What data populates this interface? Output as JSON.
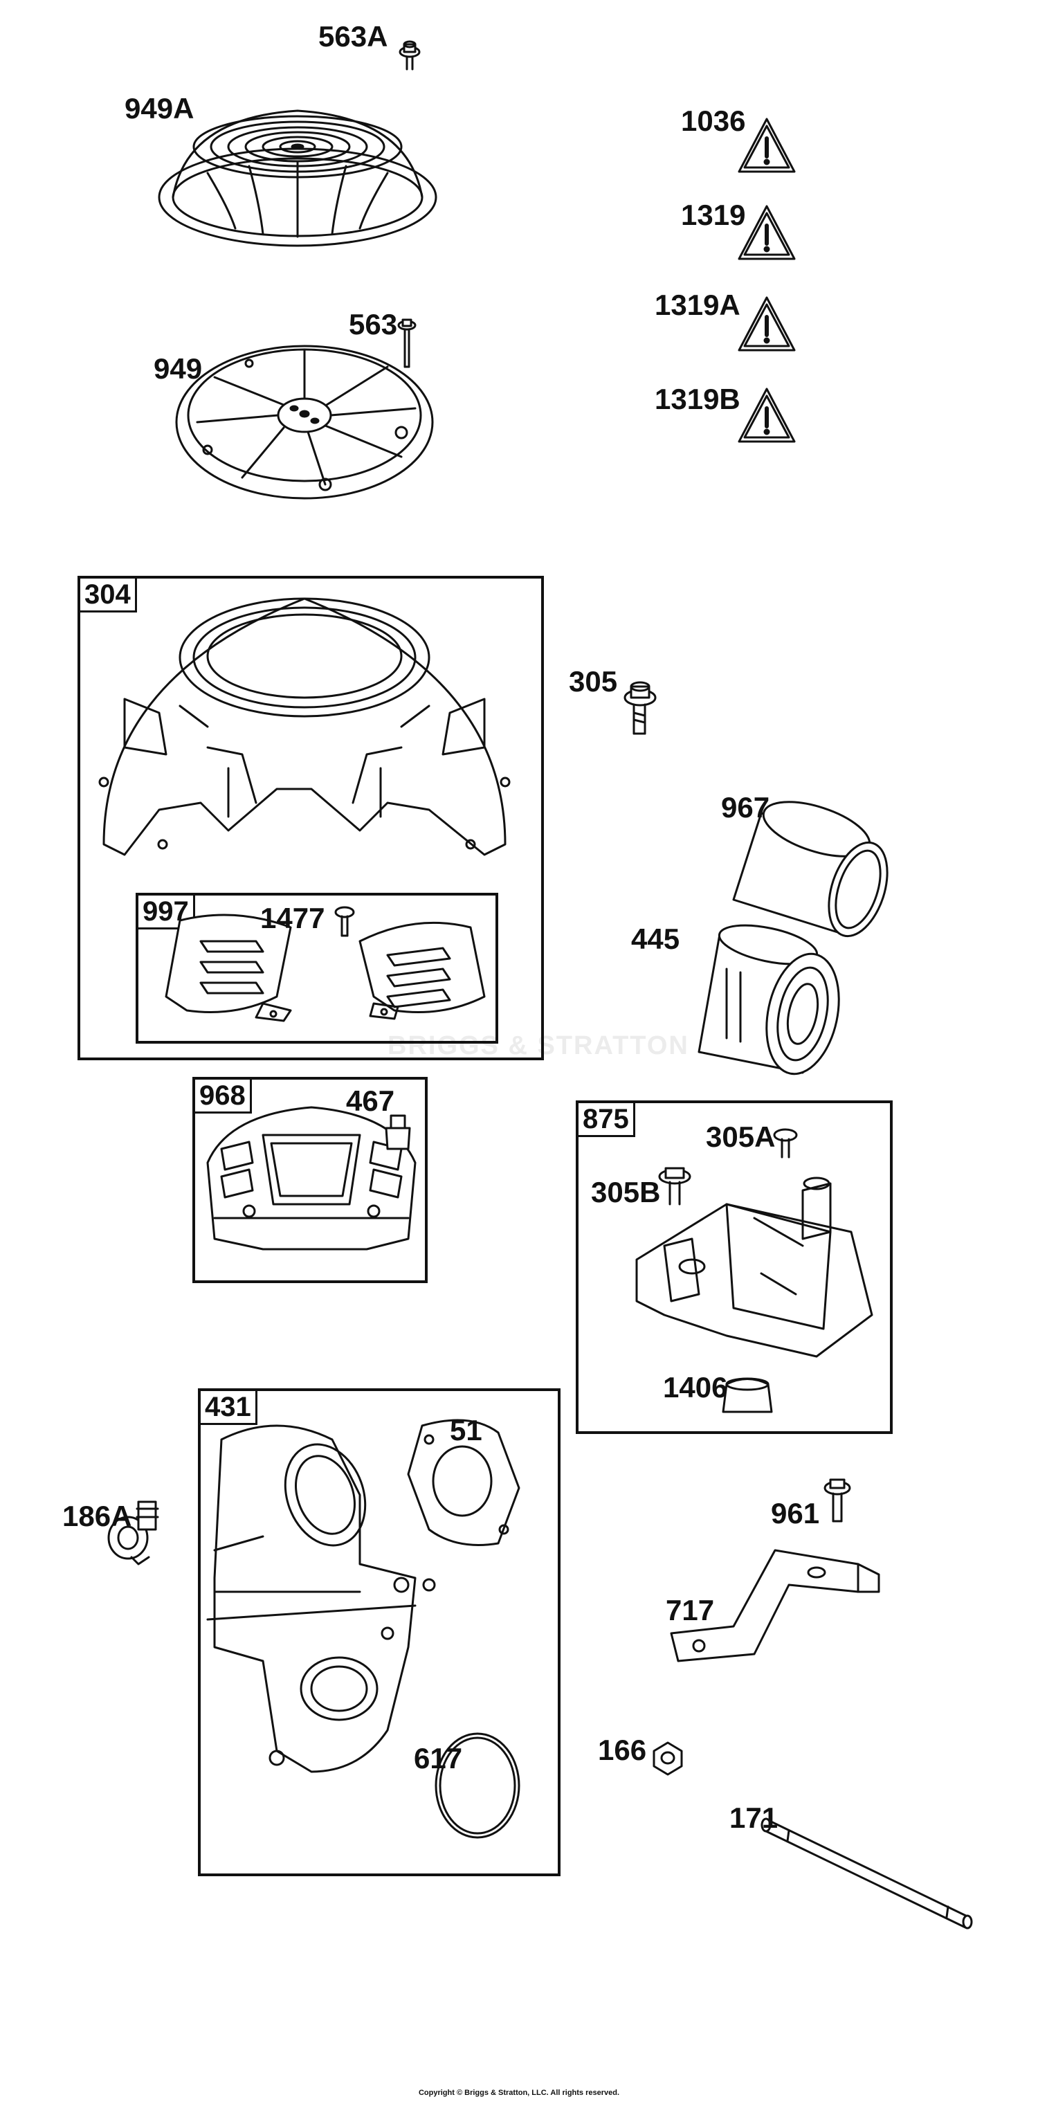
{
  "diagram": {
    "watermark": "BRIGGS & STRATTON",
    "copyright": "Copyright © Briggs & Stratton, LLC. All rights reserved.",
    "parts": {
      "p563A": "563A",
      "p949A": "949A",
      "p1036": "1036",
      "p1319": "1319",
      "p1319A": "1319A",
      "p1319B": "1319B",
      "p563": "563",
      "p949": "949",
      "p305": "305",
      "p967": "967",
      "p445": "445",
      "p1477": "1477",
      "p467": "467",
      "p305A": "305A",
      "p305B": "305B",
      "p1406": "1406",
      "p51": "51",
      "p186A": "186A",
      "p961": "961",
      "p717": "717",
      "p617": "617",
      "p166": "166",
      "p171": "171"
    },
    "groups": {
      "g304": "304",
      "g997": "997",
      "g968": "968",
      "g875": "875",
      "g431": "431"
    }
  }
}
